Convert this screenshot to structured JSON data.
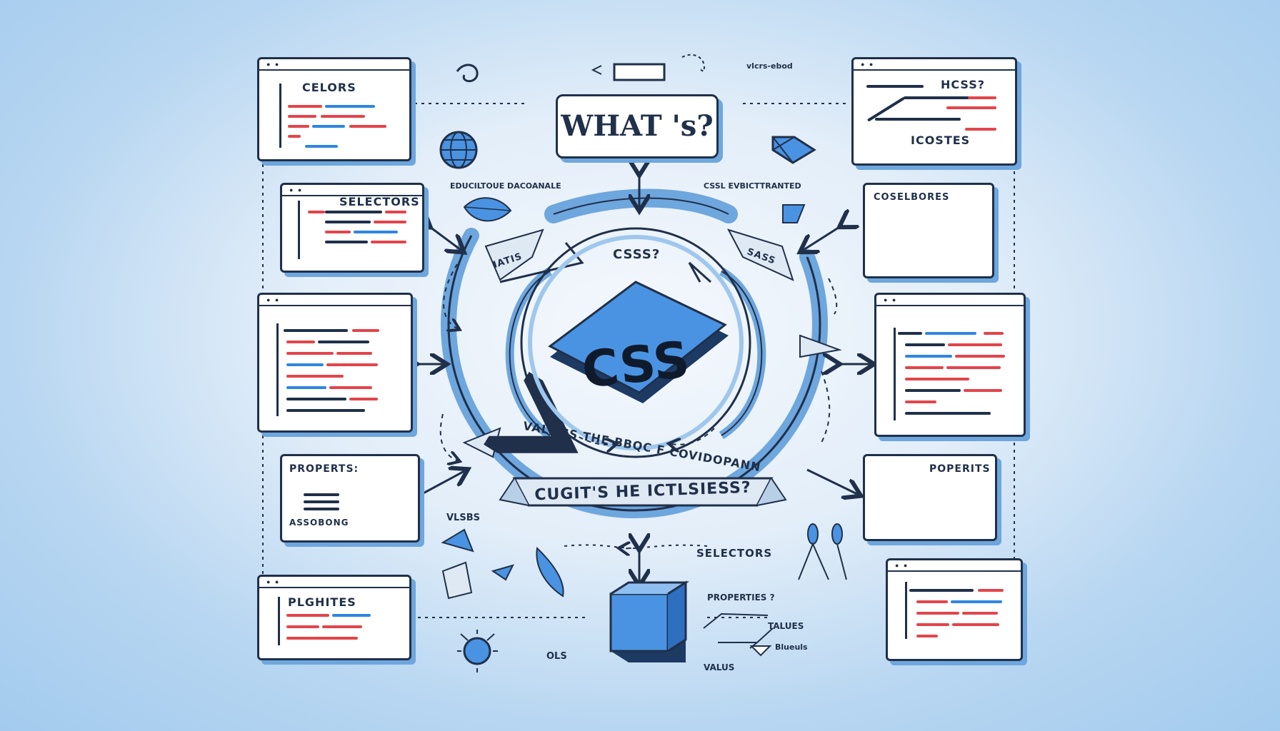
{
  "colors": {
    "accent": "#2f86e0",
    "code_red": "#e2454b",
    "ink": "#20304a",
    "shadow": "#6ea6de"
  },
  "center": {
    "logo": "CSS",
    "question": "CSSS?",
    "ring_text": "VALNGS THE BBQC F COVIDOPANN",
    "ribbon": "CUGIT'S HE ICTLSIESS?",
    "tag_left": "IATIS",
    "tag_right": "SASS"
  },
  "header": {
    "title": "WHAT 's?",
    "top_note": "vlcrs-ebod"
  },
  "left_panels": [
    {
      "title": "CELORS"
    },
    {
      "title": "SELECTORS"
    },
    {
      "title": ""
    },
    {
      "title": "PROPERTS:",
      "subtitle": "ASSOBONG"
    },
    {
      "title": "PLGHITES"
    }
  ],
  "right_panels": [
    {
      "title": "HCSS?",
      "subtitle": "ICOSTES"
    },
    {
      "title": "COSELBORES"
    },
    {
      "title": ""
    },
    {
      "title": "POPERITS"
    },
    {
      "title": ""
    }
  ],
  "captions": {
    "left_upper": "EDUCILTOUE DACOANALE",
    "right_upper": "CSSL EVBICTTRANTED",
    "vlsbs": "VLSBS",
    "selectors": "SELECTORS",
    "properties": "PROPERTIES ?",
    "values": "VALUS",
    "talues": "TALUES",
    "blueuls": "Blueuls",
    "ols": "OLS"
  },
  "icons": [
    "globe-icon",
    "sun-icon",
    "cube-icon",
    "triangle-icon",
    "apple-icon",
    "leaf-icon",
    "magnifier-icon"
  ]
}
